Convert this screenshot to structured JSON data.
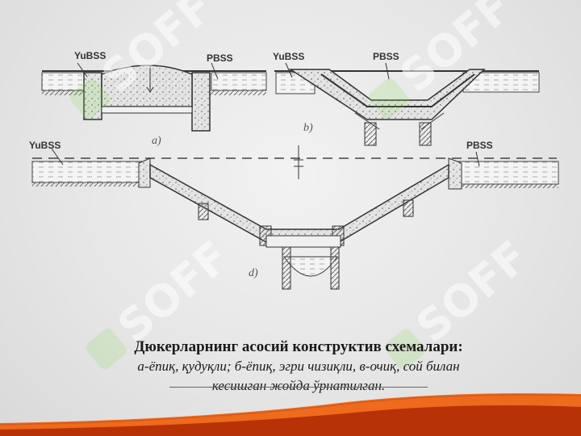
{
  "watermark": {
    "text": "SOFF"
  },
  "diagram": {
    "labels": {
      "a_left": "YuBSS",
      "a_right": "PBSS",
      "b_left": "YuBSS",
      "b_right": "PBSS",
      "d_left": "YuBSS",
      "d_right": "PBSS"
    },
    "tags": {
      "a": "a)",
      "b": "b)",
      "d": "d)"
    }
  },
  "caption": {
    "title": "Дюкерларнинг асосий конструктив схемалари:",
    "line1": "а-ёпиқ,  қудуқли; б-ёпиқ,  эгри чизиқли, в-очиқ, сой билан",
    "line2": "кесишган жойда ўрнатилган."
  },
  "colors": {
    "footer_dark": "#b83208",
    "footer_light": "#ee6a1c",
    "accent": "#d9591a"
  }
}
